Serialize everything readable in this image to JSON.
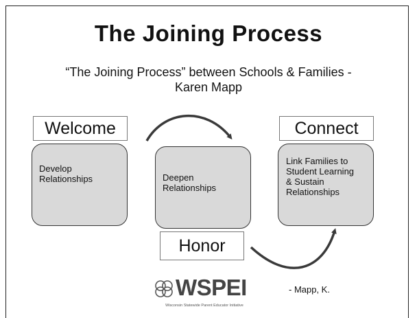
{
  "slide": {
    "title": "The Joining Process",
    "subtitle": "“The Joining Process” between Schools & Families - Karen Mapp"
  },
  "labels": {
    "welcome": "Welcome",
    "connect": "Connect",
    "honor": "Honor"
  },
  "stages": {
    "develop": {
      "line1": "Develop",
      "line2": "Relationships"
    },
    "deepen": {
      "line1": "Deepen",
      "line2": "Relationships"
    },
    "link": {
      "line1": "Link Families to",
      "line2": "Student Learning",
      "line3": "& Sustain",
      "line4": "Relationships"
    }
  },
  "logo": {
    "name": "WSPEI",
    "tagline": "Wisconsin Statewide Parent Educator Initiative"
  },
  "citation": "- Mapp, K.",
  "colors": {
    "box_fill": "#d9d9d9",
    "arrow": "#3a3a3a"
  }
}
